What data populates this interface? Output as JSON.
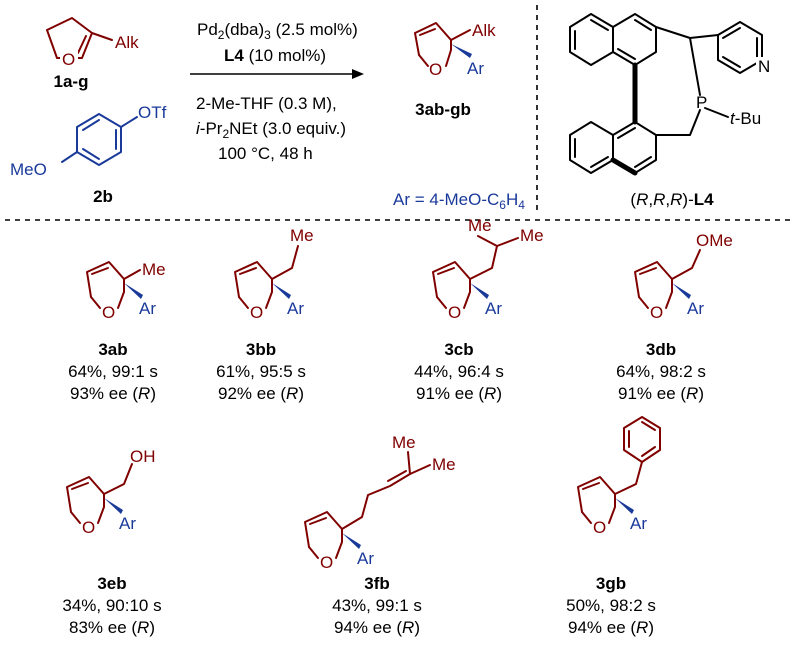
{
  "reaction": {
    "reactant1_label": "1a-g",
    "reactant1_sub": "Alk",
    "reactant2_label": "2b",
    "reactant2_otf": "OTf",
    "reactant2_meo": "MeO",
    "cond_catalyst": "Pd",
    "cond_catalyst_sub": "2",
    "cond_catalyst_rest": "(dba)",
    "cond_catalyst_sub2": "3",
    "cond_catalyst_amt": " (2.5 mol%)",
    "cond_ligand": "L4",
    "cond_ligand_amt": " (10 mol%)",
    "cond_solvent": "2-Me-THF (0.3 M),",
    "cond_base_i": "i",
    "cond_base_rest": "-Pr",
    "cond_base_sub": "2",
    "cond_base_tail": "NEt (3.0 equiv.)",
    "cond_temp": "100 °C, 48 h",
    "product_label": "3ab-gb",
    "product_alk": "Alk",
    "product_ar": "Ar",
    "ar_def_main": "Ar = 4-MeO-C",
    "ar_def_sub1": "6",
    "ar_def_H": "H",
    "ar_def_sub2": "4"
  },
  "ligand": {
    "label_open": "(",
    "label_R1": "R",
    "label_c1": ",",
    "label_R2": "R",
    "label_c2": ",",
    "label_R3": "R",
    "label_close": ")-",
    "label_name": "L4",
    "P": "P",
    "tbu_t": "t",
    "tbu_rest": "-Bu",
    "N": "N"
  },
  "products": [
    {
      "id": "3ab",
      "sub": "Me",
      "yield": "64%, 99:1 s",
      "ee": "93% ee (",
      "config": "R",
      "close": ")"
    },
    {
      "id": "3bb",
      "sub": "Me",
      "yield": "61%, 95:5 s",
      "ee": "92% ee (",
      "config": "R",
      "close": ")"
    },
    {
      "id": "3cb",
      "sub": "Me",
      "sub2": "Me",
      "yield": "44%, 96:4 s",
      "ee": "91% ee (",
      "config": "R",
      "close": ")"
    },
    {
      "id": "3db",
      "sub": "OMe",
      "yield": "64%, 98:2 s",
      "ee": "91% ee (",
      "config": "R",
      "close": ")"
    },
    {
      "id": "3eb",
      "sub": "OH",
      "yield": "34%, 90:10 s",
      "ee": "83% ee (",
      "config": "R",
      "close": ")"
    },
    {
      "id": "3fb",
      "sub": "Me",
      "sub2": "Me",
      "yield": "43%, 99:1 s",
      "ee": "94% ee (",
      "config": "R",
      "close": ")"
    },
    {
      "id": "3gb",
      "yield": "50%, 98:2 s",
      "ee": "94% ee (",
      "config": "R",
      "close": ")"
    }
  ],
  "common": {
    "O": "O",
    "Ar": "Ar"
  },
  "colors": {
    "product_red": "#800000",
    "aryl_blue": "#1a3a9a"
  }
}
